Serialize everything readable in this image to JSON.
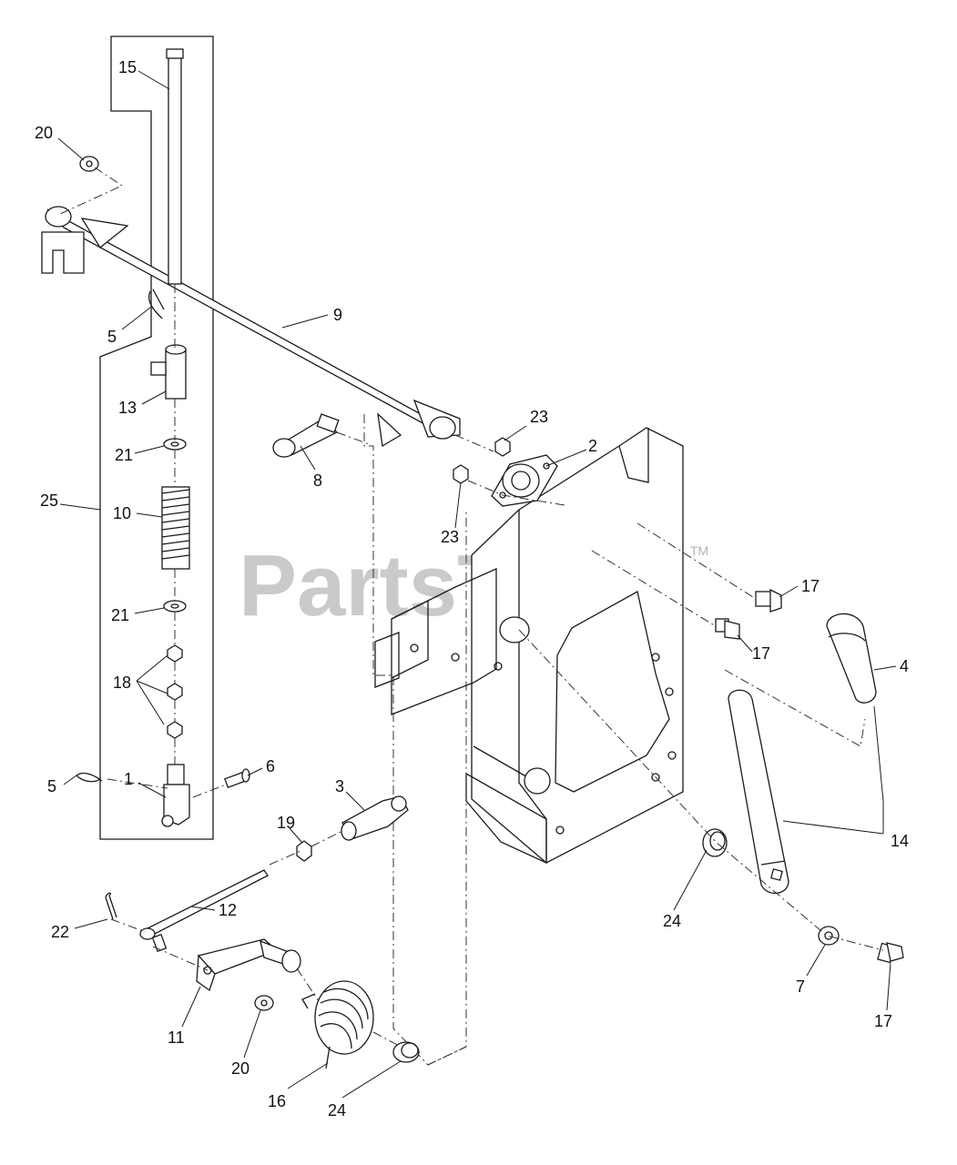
{
  "watermark": {
    "text": "PartsTree",
    "tm": "TM"
  },
  "callouts": {
    "c15": "15",
    "c20a": "20",
    "c9": "9",
    "c5a": "5",
    "c13": "13",
    "c21a": "21",
    "c25": "25",
    "c10": "10",
    "c21b": "21",
    "c18": "18",
    "c5b": "5",
    "c1": "1",
    "c6": "6",
    "c8": "8",
    "c23a": "23",
    "c2": "2",
    "c23b": "23",
    "c17a": "17",
    "c17b": "17",
    "c4": "4",
    "c3": "3",
    "c19": "19",
    "c14": "14",
    "c22": "22",
    "c12": "12",
    "c24a": "24",
    "c7": "7",
    "c17c": "17",
    "c11": "11",
    "c20b": "20",
    "c16": "16",
    "c24b": "24"
  }
}
